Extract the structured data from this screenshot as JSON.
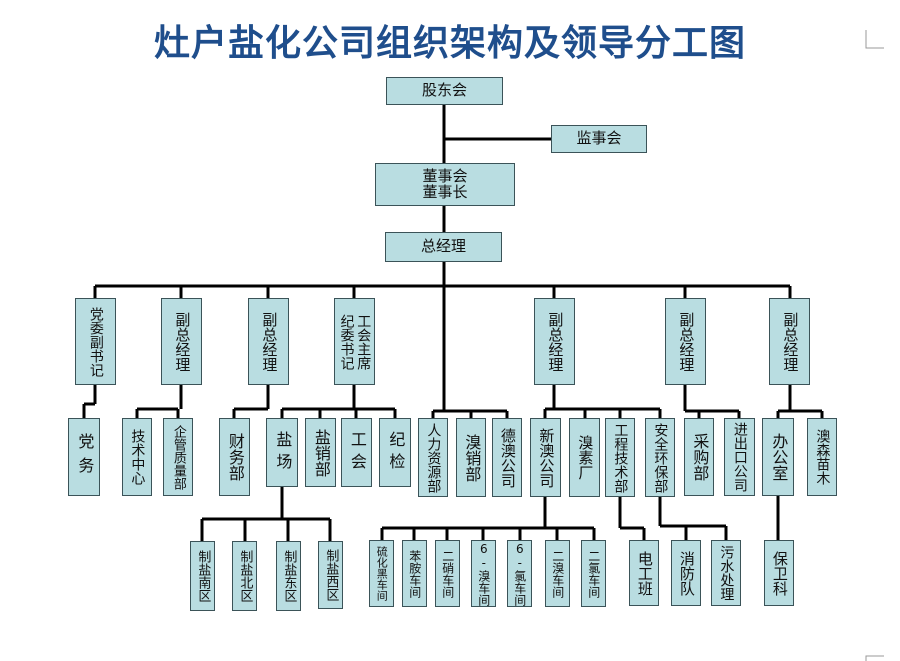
{
  "title": "灶户盐化公司组织架构及领导分工图",
  "nodes": {
    "shareholders": "股东会",
    "supervisors": "监事会",
    "board_line1": "董事会",
    "board_line2": "董事长",
    "gm": "总经理",
    "party_deputy": "党委副书记",
    "vgm1": "副总经理",
    "vgm2": "副总经理",
    "union_a": "工会主席",
    "union_b": "纪委书记",
    "vgm3": "副总经理",
    "vgm4": "副总经理",
    "vgm5": "副总经理",
    "party_affairs": "党务",
    "tech_center": "技术中心",
    "quality": "企管质量部",
    "finance": "财务部",
    "salt_field": "盐场",
    "salt_sales": "盐销部",
    "union": "工会",
    "discipline": "纪检",
    "hr": "人力资源部",
    "bromine_sales": "溴销部",
    "debromo": "德澳公司",
    "xinao": "新澳公司",
    "bromine_plant": "溴素厂",
    "engineering": "工程技术部",
    "safety": "安全环保部",
    "purchase": "采购部",
    "import_export": "进出口公司",
    "office": "办公室",
    "aosen": "澳森苗木",
    "south": "制盐南区",
    "north": "制盐北区",
    "east": "制盐东区",
    "west": "制盐西区",
    "w1": "硫化黑车间",
    "w2": "苯胺车间",
    "w3": "二硝车间",
    "w4": "6-溴车间",
    "w5": "6-氯车间",
    "w6": "二溴车间",
    "w7": "二氯车间",
    "electric": "电工班",
    "fire": "消防队",
    "sewage": "污水处理",
    "security": "保卫科"
  }
}
